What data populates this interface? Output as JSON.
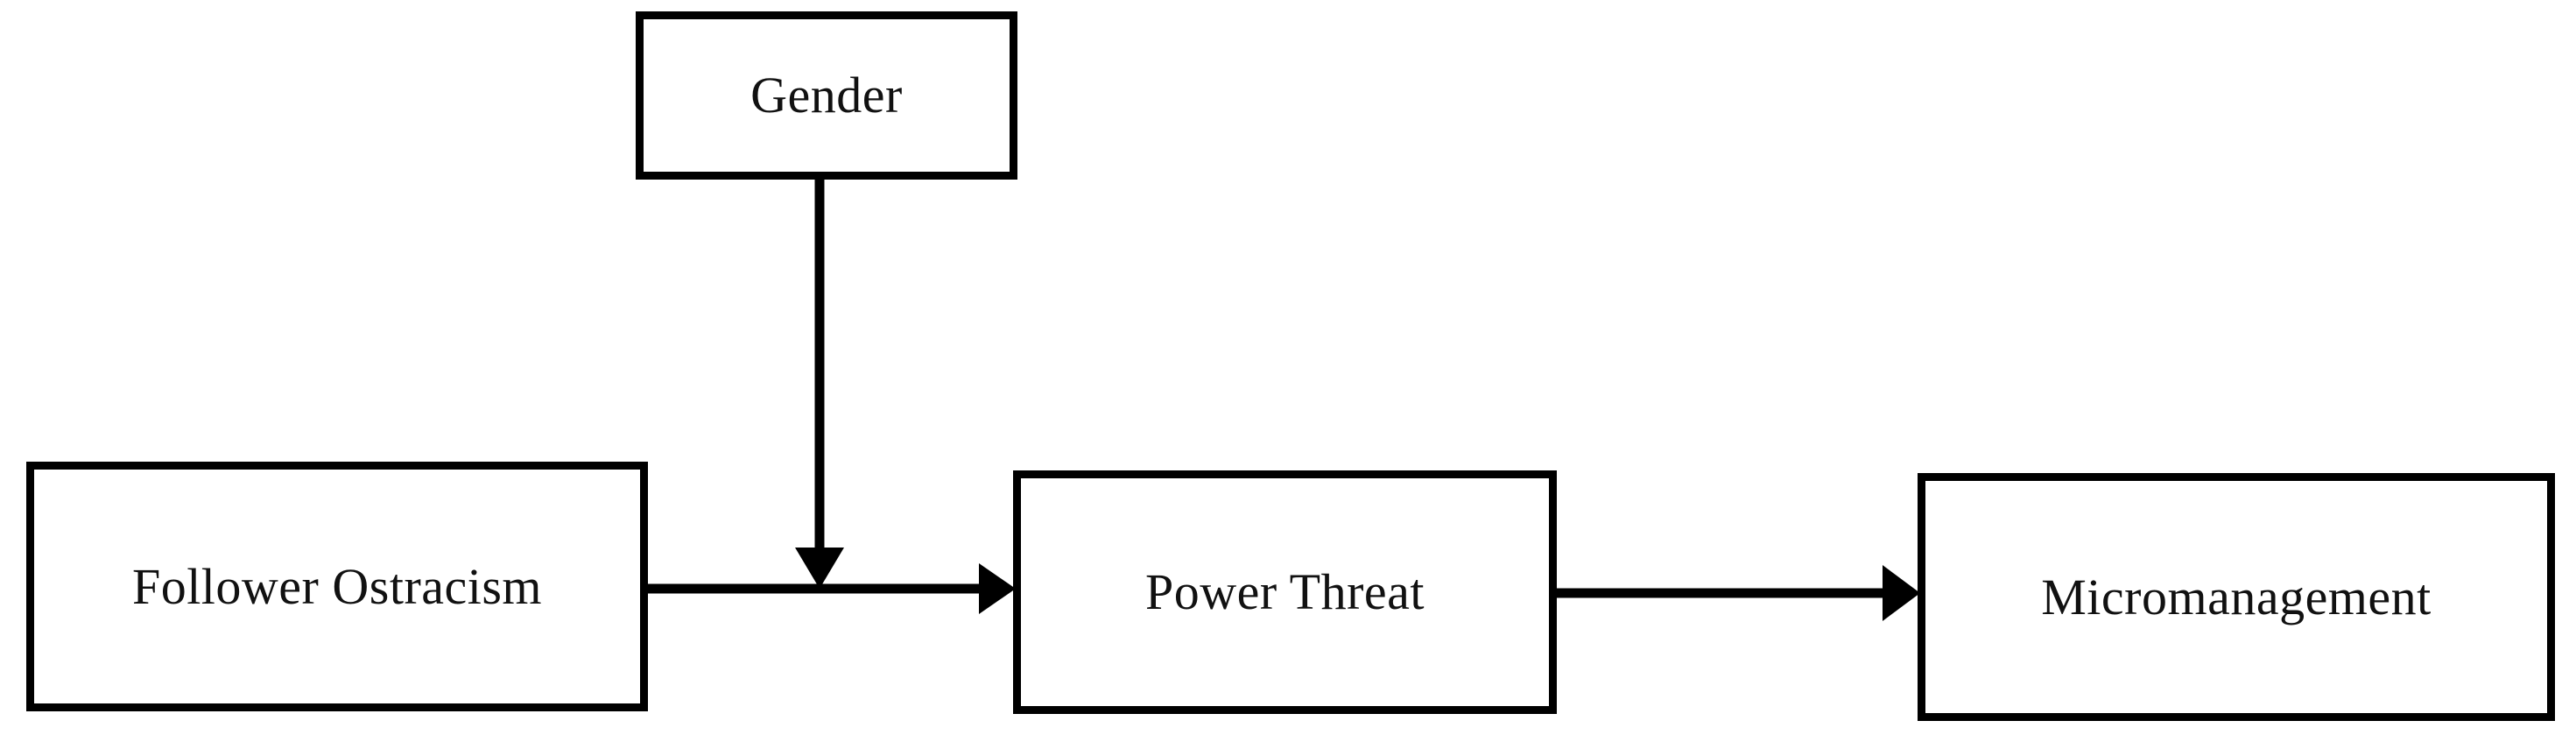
{
  "diagram": {
    "type": "conceptual-model-flow",
    "background_color": "#ffffff",
    "line_color": "#000000",
    "text_color": "#111111",
    "nodes": [
      {
        "id": "gender",
        "label": "Gender",
        "role": "moderator"
      },
      {
        "id": "follower_ostracism",
        "label": "Follower Ostracism",
        "role": "predictor"
      },
      {
        "id": "power_threat",
        "label": "Power Threat",
        "role": "mediator"
      },
      {
        "id": "micromanagement",
        "label": "Micromanagement",
        "role": "outcome"
      }
    ],
    "edges": [
      {
        "id": "edge-ostracism-to-threat",
        "from": "follower_ostracism",
        "to": "power_threat",
        "style": "solid-arrow",
        "direction": "horizontal"
      },
      {
        "id": "edge-threat-to-micromanagement",
        "from": "power_threat",
        "to": "micromanagement",
        "style": "solid-arrow",
        "direction": "horizontal"
      },
      {
        "id": "edge-gender-moderates",
        "from": "gender",
        "to": "edge-ostracism-to-threat",
        "style": "solid-arrow",
        "direction": "vertical-down"
      }
    ]
  }
}
